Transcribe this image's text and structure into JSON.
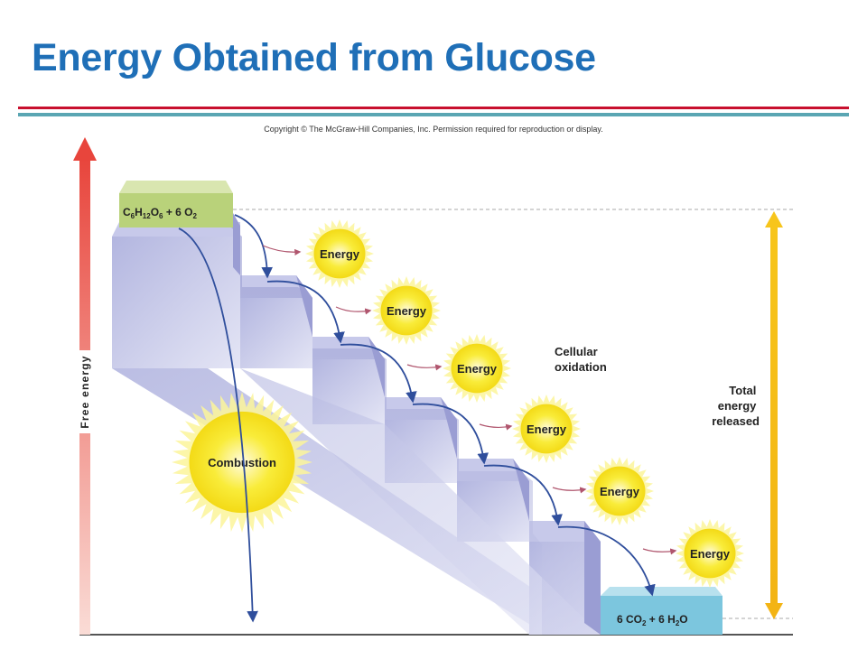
{
  "title": "Energy Obtained from Glucose",
  "copyright": "Copyright © The McGraw-Hill Companies, Inc. Permission required for reproduction or display.",
  "axis_label": "Free energy",
  "reactant": {
    "prefix": "C",
    "s1": "6",
    "h": "H",
    "s2": "12",
    "o": "O",
    "s3": "6",
    "rest": " + 6 O",
    "s4": "2"
  },
  "product": {
    "prefix": "6 CO",
    "s1": "2",
    "mid": " + 6 H",
    "s2": "2",
    "rest": "O"
  },
  "energy_label": "Energy",
  "combustion_label": "Combustion",
  "cellular_oxidation": {
    "line1": "Cellular",
    "line2": "oxidation"
  },
  "total_energy": {
    "line1": "Total",
    "line2": "energy",
    "line3": "released"
  },
  "colors": {
    "title": "#1f6fb7",
    "stairs": "#a9acd9",
    "arrow": "#2f4e9c",
    "burst": "#f6e321",
    "reactant_box": "#b9d27a",
    "product_box": "#7cc6de",
    "total_arrow": "#f5c21b",
    "axis_arrow": "#e8534a"
  }
}
